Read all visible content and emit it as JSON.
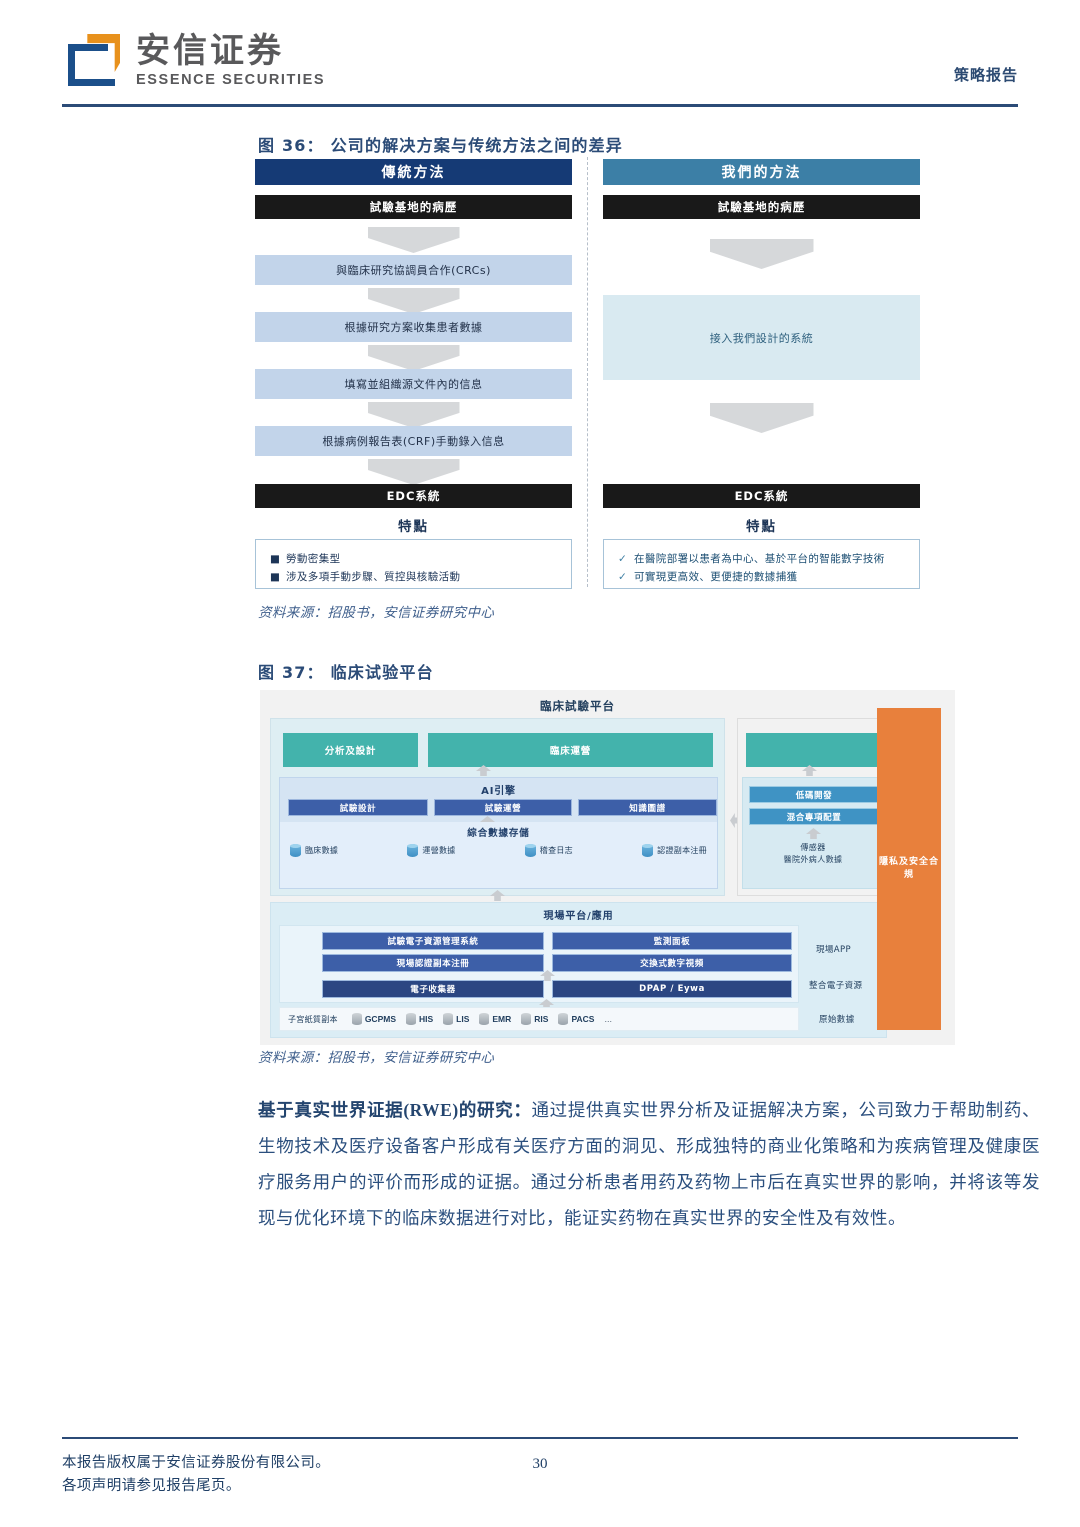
{
  "header": {
    "brand_cn": "安信证券",
    "brand_en": "ESSENCE SECURITIES",
    "report_type": "策略报告"
  },
  "figure36": {
    "title": "图 36： 公司的解决方案与传统方法之间的差异",
    "source": "资料来源：招股书，安信证券研究中心",
    "left": {
      "head": "傳統方法",
      "top_black": "試驗基地的病歷",
      "steps": [
        "與臨床研究協調員合作(CRCs)",
        "根據研究方案收集患者數據",
        "填寫並組織源文件內的信息",
        "根據病例報告表(CRF)手動錄入信息"
      ],
      "bottom_black": "EDC系統",
      "feature_label": "特點",
      "features": [
        "勞動密集型",
        "涉及多項手動步驟、質控與核驗活動"
      ],
      "bullet_marker": "■"
    },
    "right": {
      "head": "我們的方法",
      "top_black": "試驗基地的病歷",
      "middle_box": "接入我們設計的系統",
      "bottom_black": "EDC系統",
      "feature_label": "特點",
      "features": [
        "在醫院部署以患者為中心、基於平台的智能數字技術",
        "可實現更高效、更便捷的數據捕獲"
      ],
      "bullet_marker": "✓"
    }
  },
  "figure37": {
    "title": "图 37： 临床试验平台",
    "source": "资料来源：招股书，安信证券研究中心",
    "platform_title": "臨床試驗平台",
    "teal_boxes": [
      "分析及設計",
      "臨床運營"
    ],
    "ai_engine_label": "AI引擎",
    "ai_boxes": [
      "試驗設計",
      "試驗運營",
      "知識圖譜"
    ],
    "storage_label": "綜合數據存儲",
    "storage_items": [
      "臨床數據",
      "運營數據",
      "稽查日志",
      "認證副本注冊"
    ],
    "right_column": {
      "blue_boxes": [
        "低碼開發",
        "混合專項配置"
      ],
      "caption": "傳感器\n醫院外病人數據"
    },
    "orange_panel": "隱私及安全合規",
    "lower_title": "現場平台/應用",
    "lower_left_boxes": [
      "試驗電子資源管理系統",
      "現場認證副本注冊",
      "電子收集器"
    ],
    "lower_right_boxes": [
      "監測面板",
      "交換式數字視頻",
      "DPAP / Eywa"
    ],
    "side_labels": [
      "現場APP",
      "整合電子資源",
      "原始數據"
    ],
    "source_row_lead": "子宮紙質副本",
    "source_systems": [
      "GCPMS",
      "HIS",
      "LIS",
      "EMR",
      "RIS",
      "PACS"
    ],
    "source_ellipsis": "..."
  },
  "body": {
    "lead": "基于真实世界证据(RWE)的研究：",
    "text": "通过提供真实世界分析及证据解决方案，公司致力于帮助制药、生物技术及医疗设备客户形成有关医疗方面的洞见、形成独特的商业化策略和为疾病管理及健康医疗服务用户的评价而形成的证据。通过分析患者用药及药物上市后在真实世界的影响，并将该等发现与优化环境下的临床数据进行对比，能证实药物在真实世界的安全性及有效性。"
  },
  "footer": {
    "line1": "本报告版权属于安信证券股份有限公司。",
    "line2": "各项声明请参见报告尾页。",
    "page_number": "30"
  },
  "colors": {
    "brand_blue": "#2b4b77",
    "brand_orange": "#e8911c",
    "teal": "#43b3ac",
    "orange_panel": "#e8803c",
    "dark_navy": "#153a75"
  }
}
